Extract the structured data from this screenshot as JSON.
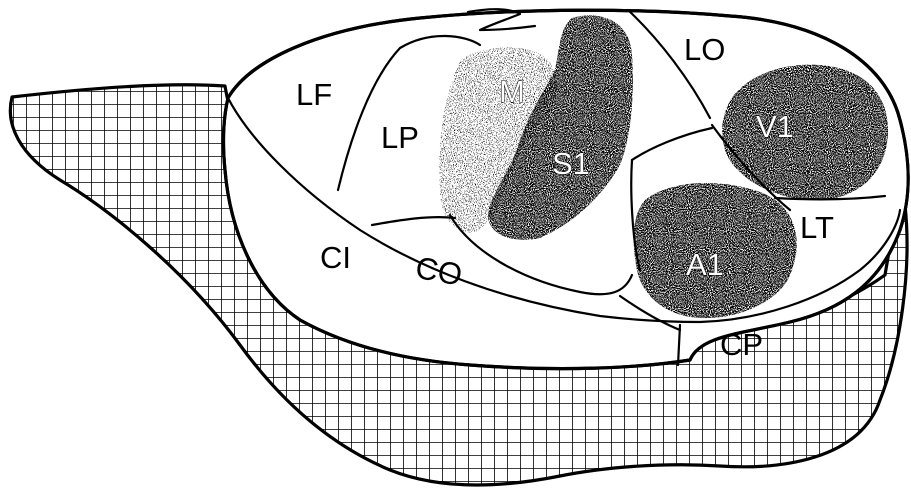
{
  "figure": {
    "regions": [
      {
        "id": "LF",
        "label": "LF"
      },
      {
        "id": "LP",
        "label": "LP"
      },
      {
        "id": "M",
        "label": "M"
      },
      {
        "id": "S1",
        "label": "S1"
      },
      {
        "id": "LO",
        "label": "LO"
      },
      {
        "id": "V1",
        "label": "V1"
      },
      {
        "id": "LT",
        "label": "LT"
      },
      {
        "id": "A1",
        "label": "A1"
      },
      {
        "id": "CI",
        "label": "CI"
      },
      {
        "id": "CO",
        "label": "CO"
      },
      {
        "id": "CP",
        "label": "CP"
      }
    ]
  },
  "colors": {
    "ink": "#000000",
    "paper": "#ffffff",
    "stipple_dark": "#4a4a4a",
    "stipple_light": "#9a9a9a"
  }
}
